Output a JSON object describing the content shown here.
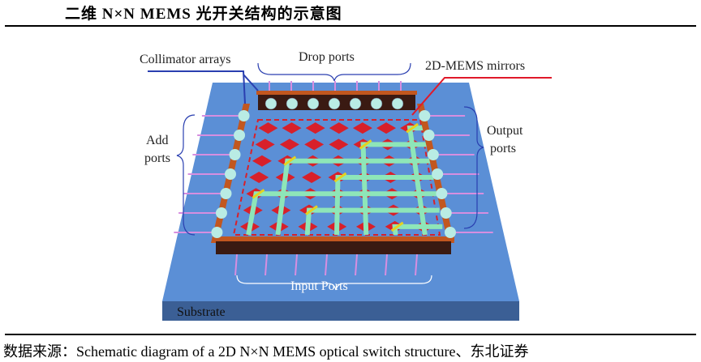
{
  "title": "二维 N×N MEMS  光开关结构的示意图",
  "caption": "数据来源：Schematic diagram of a 2D N×N MEMS optical switch structure、东北证券",
  "diagram": {
    "labels": {
      "collimator": "Collimator arrays",
      "drop": "Drop ports",
      "mirrors": "2D-MEMS mirrors",
      "add_1": "Add",
      "add_2": "ports",
      "output_1": "Output",
      "output_2": "ports",
      "input": "Input Ports",
      "substrate": "Substrate"
    },
    "colors": {
      "substrate": "#5b8fd6",
      "substrate_front": "#3b5f95",
      "wall": "#c2571f",
      "wall_face": "#3a1a12",
      "mirror": "#d8202a",
      "waveguide": "#8ee6b8",
      "switch_mirror": "#e6d21e",
      "port_line": "#d68ee0",
      "arrow_blue": "#2a3fb0",
      "arrow_red": "#e0192a"
    },
    "grid_size": 7
  }
}
